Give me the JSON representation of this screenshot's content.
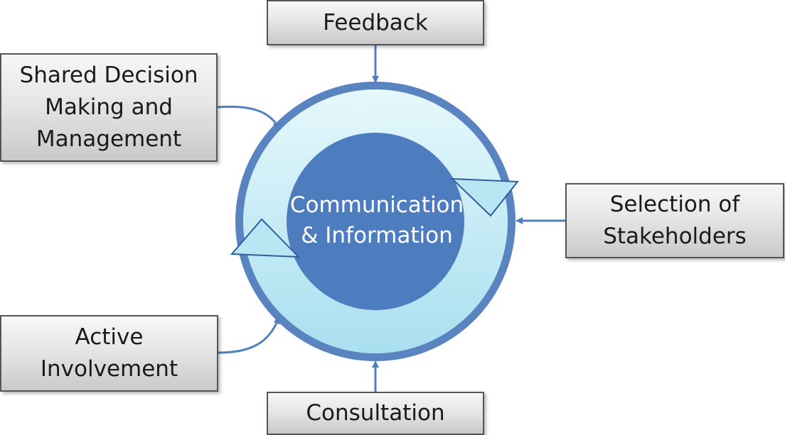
{
  "center": {
    "line1": "Communication",
    "line2": "& Information"
  },
  "nodes": {
    "feedback": [
      "Feedback"
    ],
    "shared_decision": [
      "Shared Decision",
      "Making and",
      "Management"
    ],
    "selection": [
      "Selection of",
      "Stakeholders"
    ],
    "active": [
      "Active",
      "Involvement"
    ],
    "consultation": [
      "Consultation"
    ]
  },
  "colors": {
    "circle_outer": "#5a84c0",
    "ring_fill": "#cfeff7",
    "inner_disc": "#4d7dbf",
    "connector": "#4f80bd",
    "box_border": "#555555"
  }
}
